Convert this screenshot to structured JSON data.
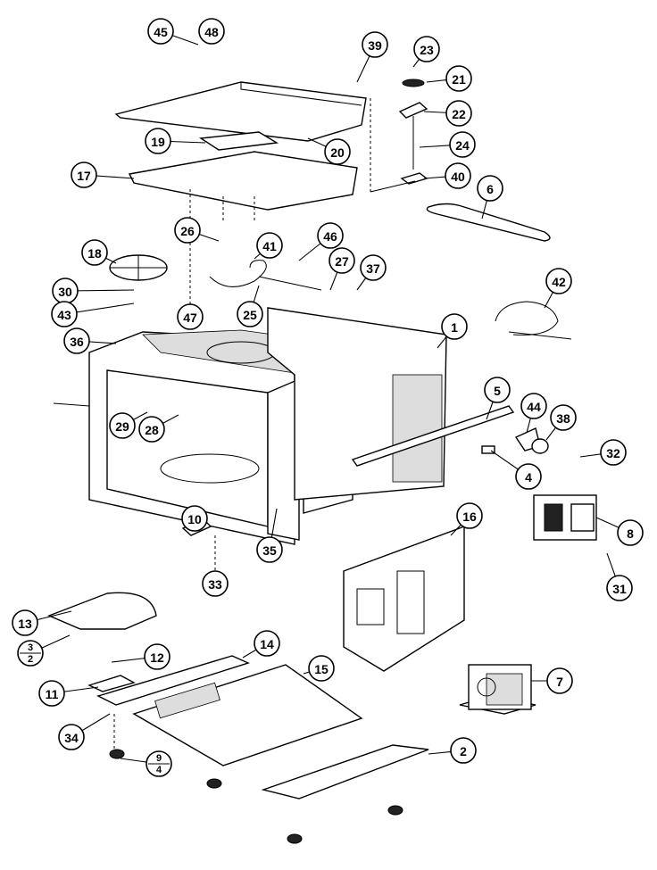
{
  "diagram": {
    "type": "exploded parts diagram",
    "callouts": [
      "45",
      "48",
      "39",
      "23",
      "21",
      "22",
      "24",
      "40",
      "6",
      "20",
      "19",
      "17",
      "26",
      "41",
      "46",
      "27",
      "37",
      "18",
      "30",
      "43",
      "36",
      "47",
      "25",
      "42",
      "1",
      "5",
      "44",
      "38",
      "32",
      "4",
      "29",
      "28",
      "8",
      "31",
      "10",
      "35",
      "33",
      "16",
      "13",
      "12",
      "14",
      "11",
      "15",
      "7",
      "34",
      "2"
    ],
    "fraction_callouts": [
      {
        "top": "3",
        "bottom": "2"
      },
      {
        "top": "9",
        "bottom": "4"
      }
    ]
  }
}
